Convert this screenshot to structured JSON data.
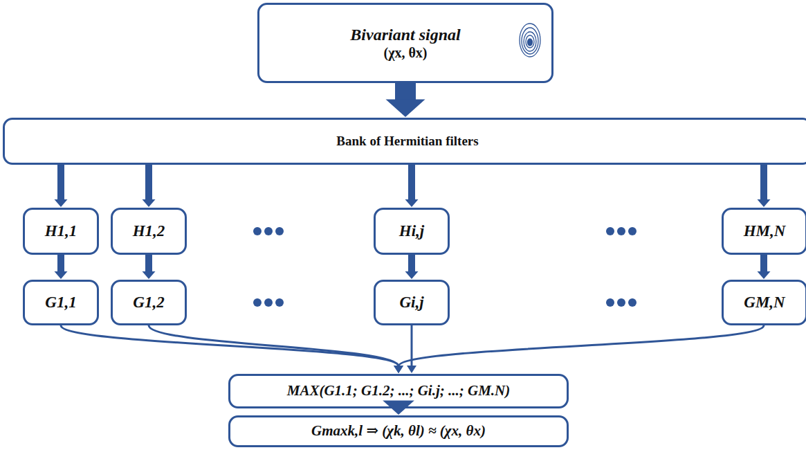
{
  "diagram": {
    "nodes": [
      {
        "text": [
          "Bivariant signal",
          "(χx, θx)"
        ]
      },
      {
        "text": [
          "Bank of Hermitian filters"
        ]
      },
      {
        "text": [
          "H1,1"
        ]
      },
      {
        "text": [
          "H1,2"
        ]
      },
      {
        "text": [
          "Hi,j"
        ]
      },
      {
        "text": [
          "HM,N"
        ]
      },
      {
        "text": [
          "G1,1"
        ]
      },
      {
        "text": [
          "G1,2"
        ]
      },
      {
        "text": [
          "Gi,j"
        ]
      },
      {
        "text": [
          "GM,N"
        ]
      },
      {
        "text": [
          "MAX(G1.1; G1.2; ...; Gi.j; ...; GM.N)"
        ]
      },
      {
        "text": [
          "Gmaxk,l ⇒ (χk, θl) ≈ (χx, θx)"
        ]
      }
    ],
    "edges": [
      {
        "from": 0,
        "to": 1,
        "arrow": "to"
      },
      {
        "from": 1,
        "to": 2,
        "arrow": "to"
      },
      {
        "from": 1,
        "to": 3,
        "arrow": "to"
      },
      {
        "from": 1,
        "to": 4,
        "arrow": "to"
      },
      {
        "from": 1,
        "to": 5,
        "arrow": "to"
      },
      {
        "from": 2,
        "to": 6,
        "arrow": "to"
      },
      {
        "from": 3,
        "to": 7,
        "arrow": "to"
      },
      {
        "from": 4,
        "to": 8,
        "arrow": "to"
      },
      {
        "from": 5,
        "to": 9,
        "arrow": "to"
      },
      {
        "from": 6,
        "to": 10,
        "arrow": "to"
      },
      {
        "from": 7,
        "to": 10,
        "arrow": "to"
      },
      {
        "from": 8,
        "to": 10,
        "arrow": "to"
      },
      {
        "from": 9,
        "to": 10,
        "arrow": "to"
      },
      {
        "from": 10,
        "to": 11,
        "arrow": "to"
      }
    ]
  }
}
